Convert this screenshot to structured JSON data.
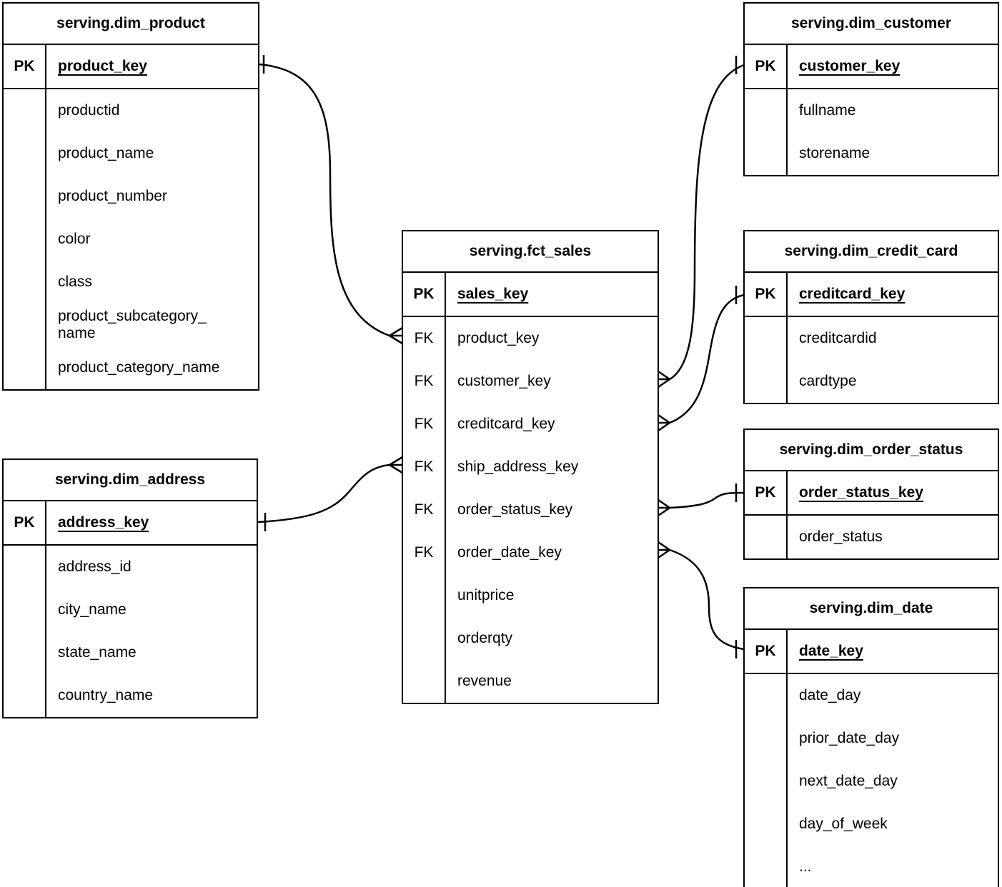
{
  "colors": {
    "line": "#000000",
    "background": "#ffffff",
    "text": "#000000"
  },
  "tables": {
    "dim_product": {
      "title": "serving.dim_product",
      "pk_gutter": "PK",
      "pk_field": "product_key",
      "gutters": [
        "",
        "",
        "",
        "",
        "",
        "",
        ""
      ],
      "fields": [
        "productid",
        "product_name",
        "product_number",
        "color",
        "class",
        "product_subcategory_\nname",
        "product_category_name"
      ]
    },
    "dim_customer": {
      "title": "serving.dim_customer",
      "pk_gutter": "PK",
      "pk_field": "customer_key",
      "gutters": [
        "",
        ""
      ],
      "fields": [
        "fullname",
        "storename"
      ]
    },
    "fct_sales": {
      "title": "serving.fct_sales",
      "pk_gutter": "PK",
      "pk_field": "sales_key",
      "gutters": [
        "FK",
        "FK",
        "FK",
        "FK",
        "FK",
        "FK",
        "",
        "",
        ""
      ],
      "fields": [
        "product_key",
        "customer_key",
        "creditcard_key",
        "ship_address_key",
        "order_status_key",
        "order_date_key",
        "unitprice",
        "orderqty",
        "revenue"
      ]
    },
    "dim_credit_card": {
      "title": "serving.dim_credit_card",
      "pk_gutter": "PK",
      "pk_field": "creditcard_key",
      "gutters": [
        "",
        ""
      ],
      "fields": [
        "creditcardid",
        "cardtype"
      ]
    },
    "dim_order_status": {
      "title": "serving.dim_order_status",
      "pk_gutter": "PK",
      "pk_field": "order_status_key",
      "gutters": [
        ""
      ],
      "fields": [
        "order_status"
      ]
    },
    "dim_date": {
      "title": "serving.dim_date",
      "pk_gutter": "PK",
      "pk_field": "date_key",
      "gutters": [
        "",
        "",
        "",
        "",
        ""
      ],
      "fields": [
        "date_day",
        "prior_date_day",
        "next_date_day",
        "day_of_week",
        "..."
      ]
    },
    "dim_address": {
      "title": "serving.dim_address",
      "pk_gutter": "PK",
      "pk_field": "address_key",
      "gutters": [
        "",
        "",
        "",
        ""
      ],
      "fields": [
        "address_id",
        "city_name",
        "state_name",
        "country_name"
      ]
    }
  },
  "relationships": [
    {
      "from": "serving.fct_sales.product_key",
      "to": "serving.dim_product.product_key",
      "from_cardinality": "many",
      "to_cardinality": "one"
    },
    {
      "from": "serving.fct_sales.customer_key",
      "to": "serving.dim_customer.customer_key",
      "from_cardinality": "many",
      "to_cardinality": "one"
    },
    {
      "from": "serving.fct_sales.creditcard_key",
      "to": "serving.dim_credit_card.creditcard_key",
      "from_cardinality": "many",
      "to_cardinality": "one"
    },
    {
      "from": "serving.fct_sales.ship_address_key",
      "to": "serving.dim_address.address_key",
      "from_cardinality": "many",
      "to_cardinality": "one"
    },
    {
      "from": "serving.fct_sales.order_status_key",
      "to": "serving.dim_order_status.order_status_key",
      "from_cardinality": "many",
      "to_cardinality": "one"
    },
    {
      "from": "serving.fct_sales.order_date_key",
      "to": "serving.dim_date.date_key",
      "from_cardinality": "many",
      "to_cardinality": "one"
    }
  ]
}
